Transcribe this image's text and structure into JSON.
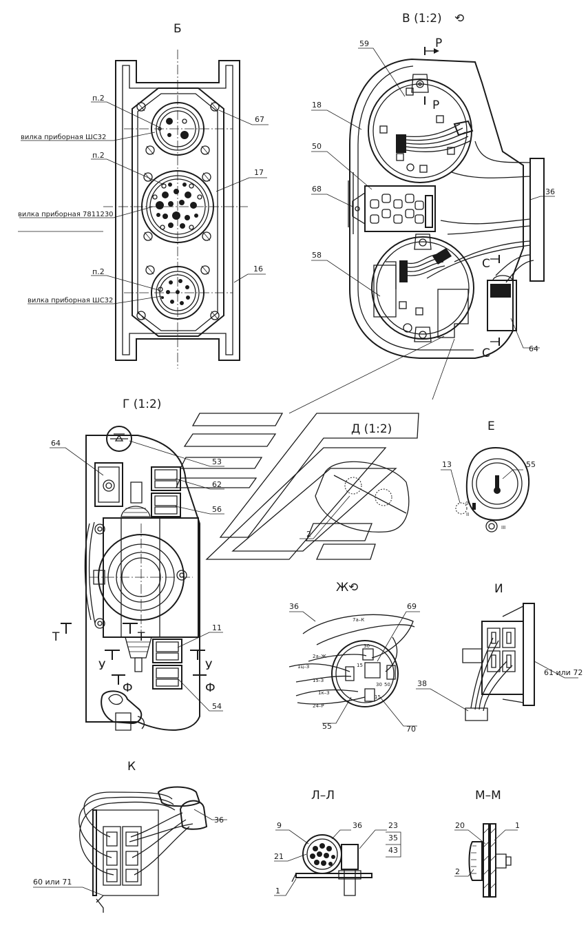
{
  "views": {
    "b": {
      "title": "Б"
    },
    "v": {
      "title": "В (1:2)",
      "rotate_symbol": "⟲"
    },
    "g": {
      "title": "Г (1:2)"
    },
    "d": {
      "title": "Д (1:2)"
    },
    "e": {
      "title": "Е"
    },
    "zh": {
      "title": "Ж",
      "rotate_symbol": "⟲"
    },
    "i": {
      "title": "И"
    },
    "k": {
      "title": "К"
    },
    "l": {
      "title": "Л–Л"
    },
    "m": {
      "title": "М–М"
    }
  },
  "notes": {
    "b_pn_1": "п.2",
    "b_pn_2": "п.2",
    "b_pn_3": "п.2",
    "b_plug_1": "вилка приборная ШС32",
    "b_plug_2": "вилка приборная 7811230",
    "b_plug_3": "вилка приборная ШС32",
    "e_pos_0": "0",
    "e_pos_1": "I",
    "e_pos_2": "II",
    "e_pos_3": "III",
    "i_part": "61 или 72",
    "k_part": "60 или 71"
  },
  "callouts": {
    "b": [
      "67",
      "17",
      "16"
    ],
    "v": [
      "59",
      "18",
      "50",
      "68",
      "58",
      "36",
      "64"
    ],
    "v_section_p": "Р",
    "v_section_s": "С",
    "g": [
      "64",
      "53",
      "62",
      "56",
      "11",
      "54"
    ],
    "g_sections": [
      "Т",
      "Т",
      "У",
      "У",
      "Ф",
      "Ф"
    ],
    "d": [
      "2"
    ],
    "e": [
      "13",
      "55"
    ],
    "zh": [
      "36",
      "69",
      "55",
      "70"
    ],
    "zh_wires": [
      "7а–К",
      "2а–Ж",
      "1ц–З",
      "1з–З",
      "1к–З",
      "24–Р"
    ],
    "zh_terms": [
      "30",
      "15",
      "30",
      "50",
      "15"
    ],
    "i": [
      "38"
    ],
    "k": [
      "36"
    ],
    "l": [
      "9",
      "36",
      "23",
      "35",
      "43",
      "21",
      "1"
    ],
    "m": [
      "20",
      "1",
      "2"
    ]
  }
}
